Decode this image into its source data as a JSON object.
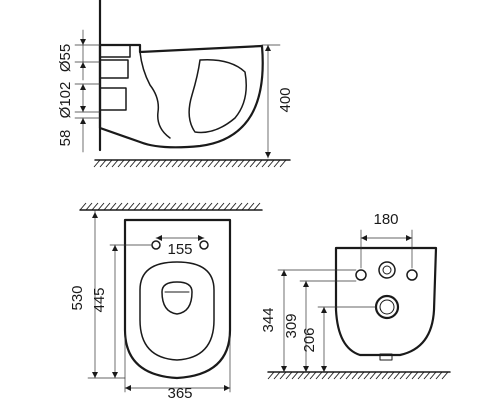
{
  "side_view": {
    "dims": {
      "d55": "Ø55",
      "d102": "Ø102",
      "h58": "58",
      "h400": "400"
    }
  },
  "top_view": {
    "dims": {
      "w155": "155",
      "h530": "530",
      "h445": "445",
      "w365": "365"
    }
  },
  "rear_view": {
    "dims": {
      "w180": "180",
      "h344": "344",
      "h309": "309",
      "h206": "206"
    }
  },
  "colors": {
    "line": "#1a1a1a",
    "background": "#ffffff"
  }
}
